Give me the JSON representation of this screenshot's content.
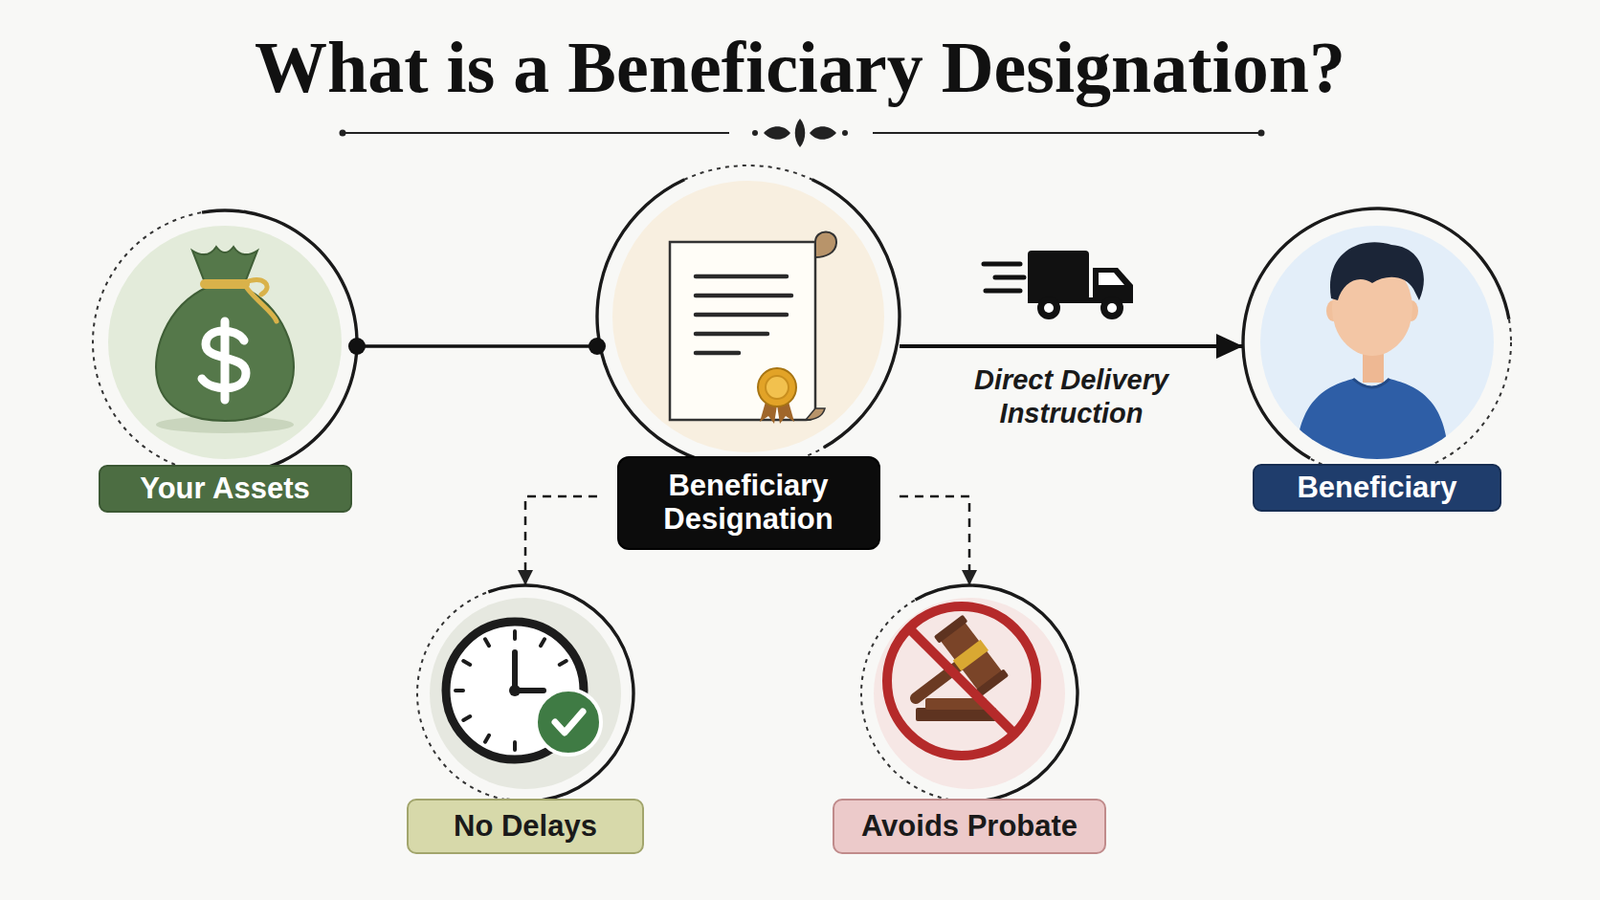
{
  "diagram": {
    "title": "What is a Beneficiary Designation?",
    "nodes": [
      {
        "text": [
          "Your Assets"
        ]
      },
      {
        "text": [
          "Beneficiary Designation"
        ]
      },
      {
        "text": [
          "Beneficiary"
        ]
      },
      {
        "text": [
          "No Delays"
        ]
      },
      {
        "text": [
          "Avoids Probate"
        ]
      }
    ],
    "edges": [
      {
        "from": 0,
        "to": 1,
        "arrow": "none"
      },
      {
        "from": 1,
        "to": 2,
        "label": "Direct Delivery Instruction",
        "arrow": "to"
      },
      {
        "from": 1,
        "to": 3,
        "arrow": "to"
      },
      {
        "from": 1,
        "to": 4,
        "arrow": "to"
      }
    ]
  }
}
